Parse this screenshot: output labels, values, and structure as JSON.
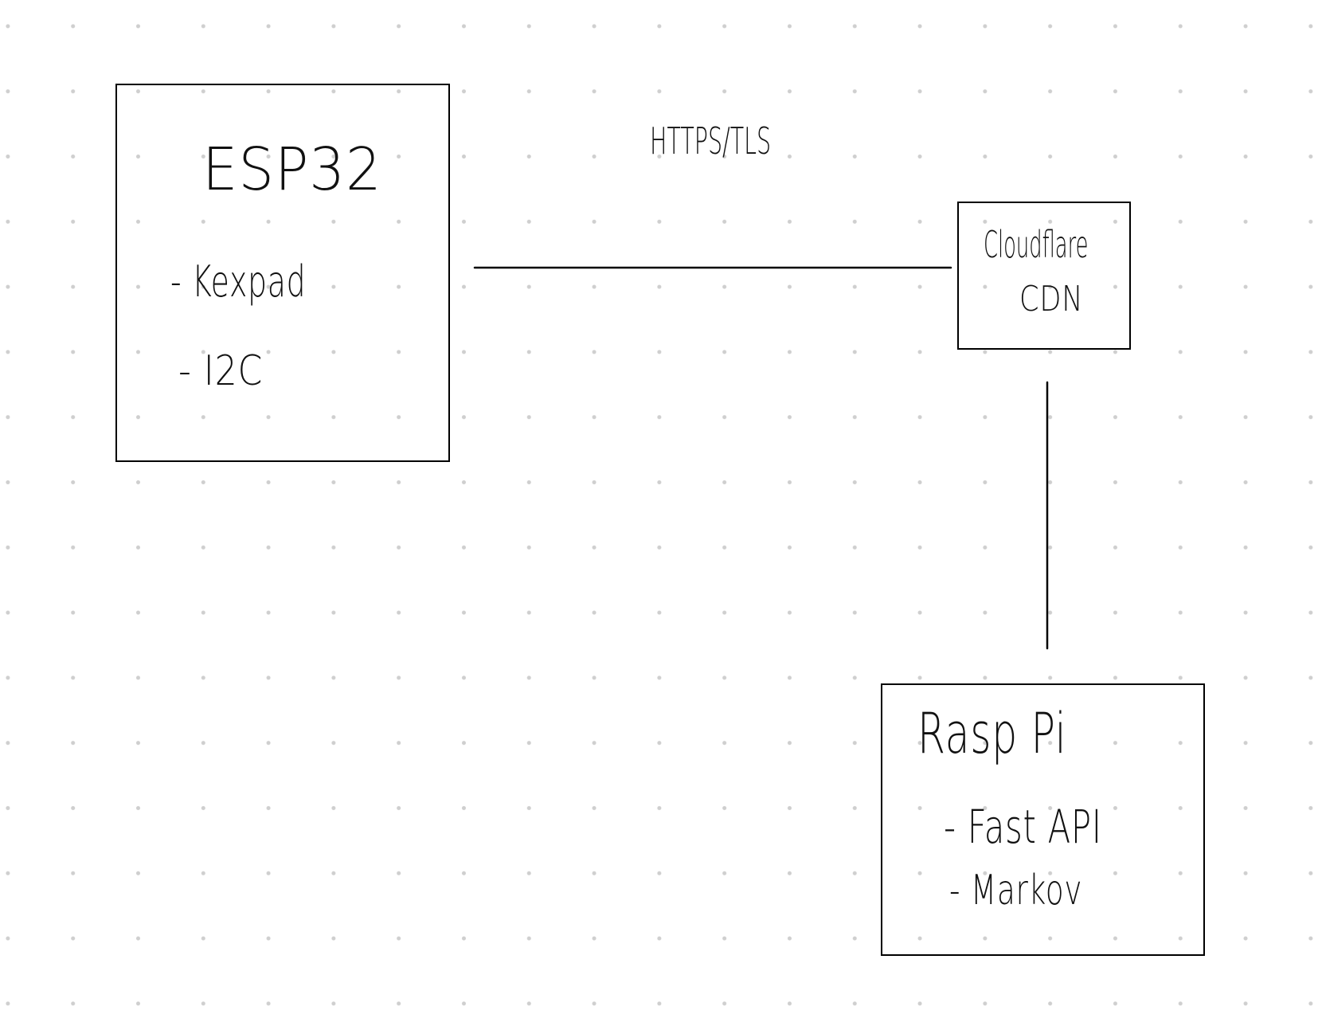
{
  "diagram": {
    "nodes": [
      {
        "id": "esp32",
        "title": "ESP32",
        "items": [
          "- Kexpad",
          "- I2C"
        ]
      },
      {
        "id": "cloudflare",
        "title_line1": "Cloudflare",
        "title_line2": "CDN"
      },
      {
        "id": "rasp_pi",
        "title": "Rasp Pi",
        "items": [
          "- Fast API",
          "- Markov"
        ]
      }
    ],
    "edges": [
      {
        "from": "esp32",
        "to": "cloudflare",
        "label": "HTTPS/TLS"
      },
      {
        "from": "cloudflare",
        "to": "rasp_pi",
        "label": ""
      }
    ]
  },
  "colors": {
    "ink": "#000000",
    "grid_dot": "#cfcfcf",
    "background": "#ffffff"
  }
}
